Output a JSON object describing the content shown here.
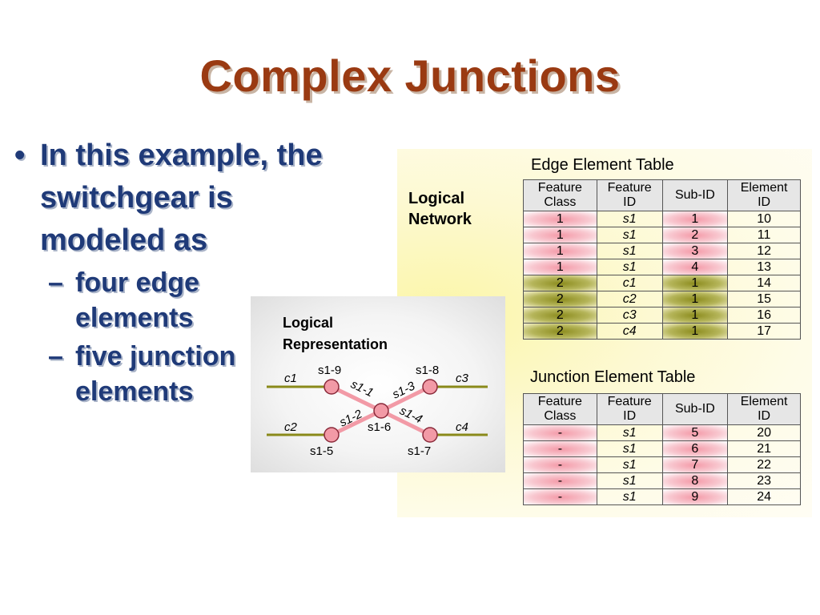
{
  "title": "Complex Junctions",
  "bullets": {
    "main": "In this example, the switchgear is modeled as",
    "subs": [
      "four edge elements",
      "five junction elements"
    ]
  },
  "panel": {
    "logical_network": [
      "Logical",
      "Network"
    ]
  },
  "edge_table": {
    "caption": "Edge Element Table",
    "headers": [
      [
        "Feature",
        "Class"
      ],
      [
        "Feature",
        "ID"
      ],
      [
        "Sub-ID"
      ],
      [
        "Element",
        "ID"
      ]
    ],
    "rows": [
      [
        "1",
        "s1",
        "1",
        "10"
      ],
      [
        "1",
        "s1",
        "2",
        "11"
      ],
      [
        "1",
        "s1",
        "3",
        "12"
      ],
      [
        "1",
        "s1",
        "4",
        "13"
      ],
      [
        "2",
        "c1",
        "1",
        "14"
      ],
      [
        "2",
        "c2",
        "1",
        "15"
      ],
      [
        "2",
        "c3",
        "1",
        "16"
      ],
      [
        "2",
        "c4",
        "1",
        "17"
      ]
    ]
  },
  "junction_table": {
    "caption": "Junction Element Table",
    "headers": [
      [
        "Feature",
        "Class"
      ],
      [
        "Feature",
        "ID"
      ],
      [
        "Sub-ID"
      ],
      [
        "Element",
        "ID"
      ]
    ],
    "rows": [
      [
        "-",
        "s1",
        "5",
        "20"
      ],
      [
        "-",
        "s1",
        "6",
        "21"
      ],
      [
        "-",
        "s1",
        "7",
        "22"
      ],
      [
        "-",
        "s1",
        "8",
        "23"
      ],
      [
        "-",
        "s1",
        "9",
        "24"
      ]
    ]
  },
  "diagram": {
    "title": [
      "Logical",
      "Representation"
    ],
    "edges": {
      "c1": "c1",
      "c2": "c2",
      "c3": "c3",
      "c4": "c4"
    },
    "switch_edges": {
      "e1": "s1-1",
      "e2": "s1-2",
      "e3": "s1-3",
      "e4": "s1-4"
    },
    "junctions": {
      "j5": "s1-5",
      "j6": "s1-6",
      "j7": "s1-7",
      "j8": "s1-8",
      "j9": "s1-9"
    }
  },
  "colors": {
    "title": "#9a3a12",
    "bullet_text": "#1f3a78",
    "pink_highlight": "#f49aa8",
    "olive_highlight": "#8c8c1e",
    "junction_fill": "#f29aa6",
    "edge_line": "#8a8a1a"
  }
}
